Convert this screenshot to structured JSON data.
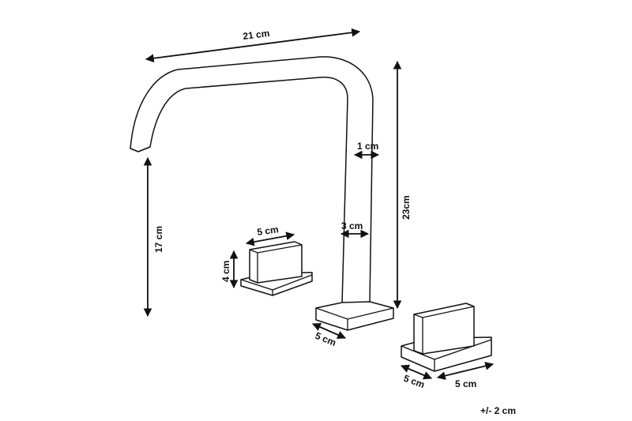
{
  "dimensions": {
    "spout_length": "21 cm",
    "spout_thickness": "1 cm",
    "total_height": "23cm",
    "spout_clearance": "17 cm",
    "column_width": "3 cm",
    "handle_width": "5 cm",
    "handle_height": "4 cm",
    "base_depth": "5 cm",
    "right_base_depth": "5 cm",
    "right_base_width": "5 cm"
  },
  "tolerance": "+/- 2 cm"
}
